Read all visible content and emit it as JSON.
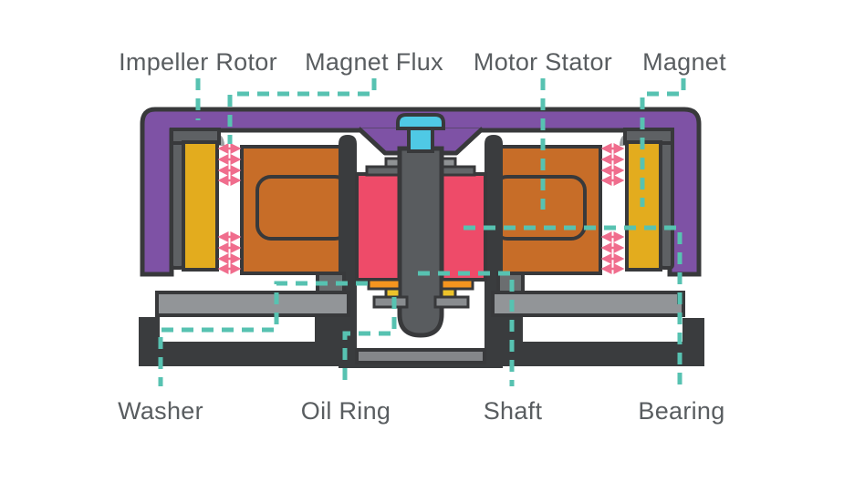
{
  "labels": {
    "impeller_rotor": "Impeller Rotor",
    "magnet_flux": "Magnet Flux",
    "motor_stator": "Motor Stator",
    "magnet": "Magnet",
    "washer": "Washer",
    "oil_ring": "Oil Ring",
    "shaft": "Shaft",
    "bearing": "Bearing"
  },
  "colors": {
    "background": "#ffffff",
    "casing-purple": "#7e52a5",
    "outline": "#38393b",
    "charcoal": "#3a3c3e",
    "cup-gray": "#5e6164",
    "cup-highlight": "#9a9da0",
    "magnet-yellow": "#e3ac1e",
    "stator-orange": "#c76d28",
    "washer-orange": "#f5951f",
    "oilring-yellow": "#edc32a",
    "bearing-pink": "#ee4b69",
    "flux-pink": "#f06d8d",
    "cap-cyan": "#4fc9e5",
    "leader-teal": "#57c2b1",
    "shaft-gray": "#595c5f",
    "tab-gray": "#8f9294",
    "step-gray": "#636669",
    "clip-gray": "#898c8f",
    "pcb-gray": "#929598",
    "plug-gray": "#85878a",
    "block-gray": "#6b6e70",
    "label-text": "#595d60"
  }
}
